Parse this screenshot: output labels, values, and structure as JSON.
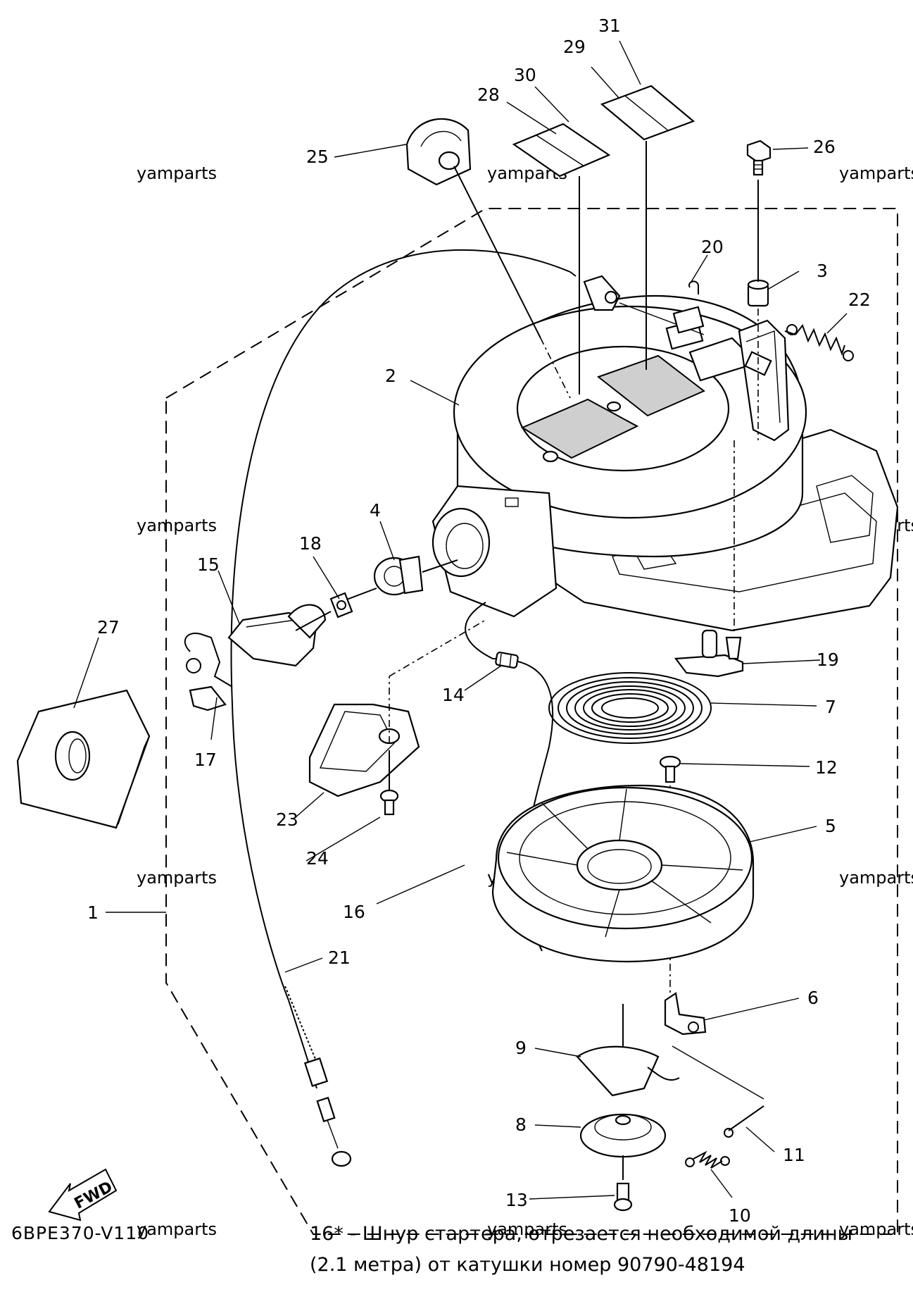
{
  "diagram_code": "6BPE370-V110",
  "fwd_label": "FWD",
  "watermark": "yamparts",
  "footnote": {
    "line1": "16* - Шнур стартера, отрезается необходимой длины",
    "line2": "(2.1 метра) от катушки номер 90790-48194"
  },
  "callouts": [
    "1",
    "2",
    "3",
    "4",
    "5",
    "6",
    "7",
    "8",
    "9",
    "10",
    "11",
    "12",
    "13",
    "14",
    "15",
    "16",
    "17",
    "18",
    "19",
    "20",
    "21",
    "22",
    "23",
    "24",
    "25",
    "26",
    "27",
    "28",
    "29",
    "30",
    "31"
  ]
}
